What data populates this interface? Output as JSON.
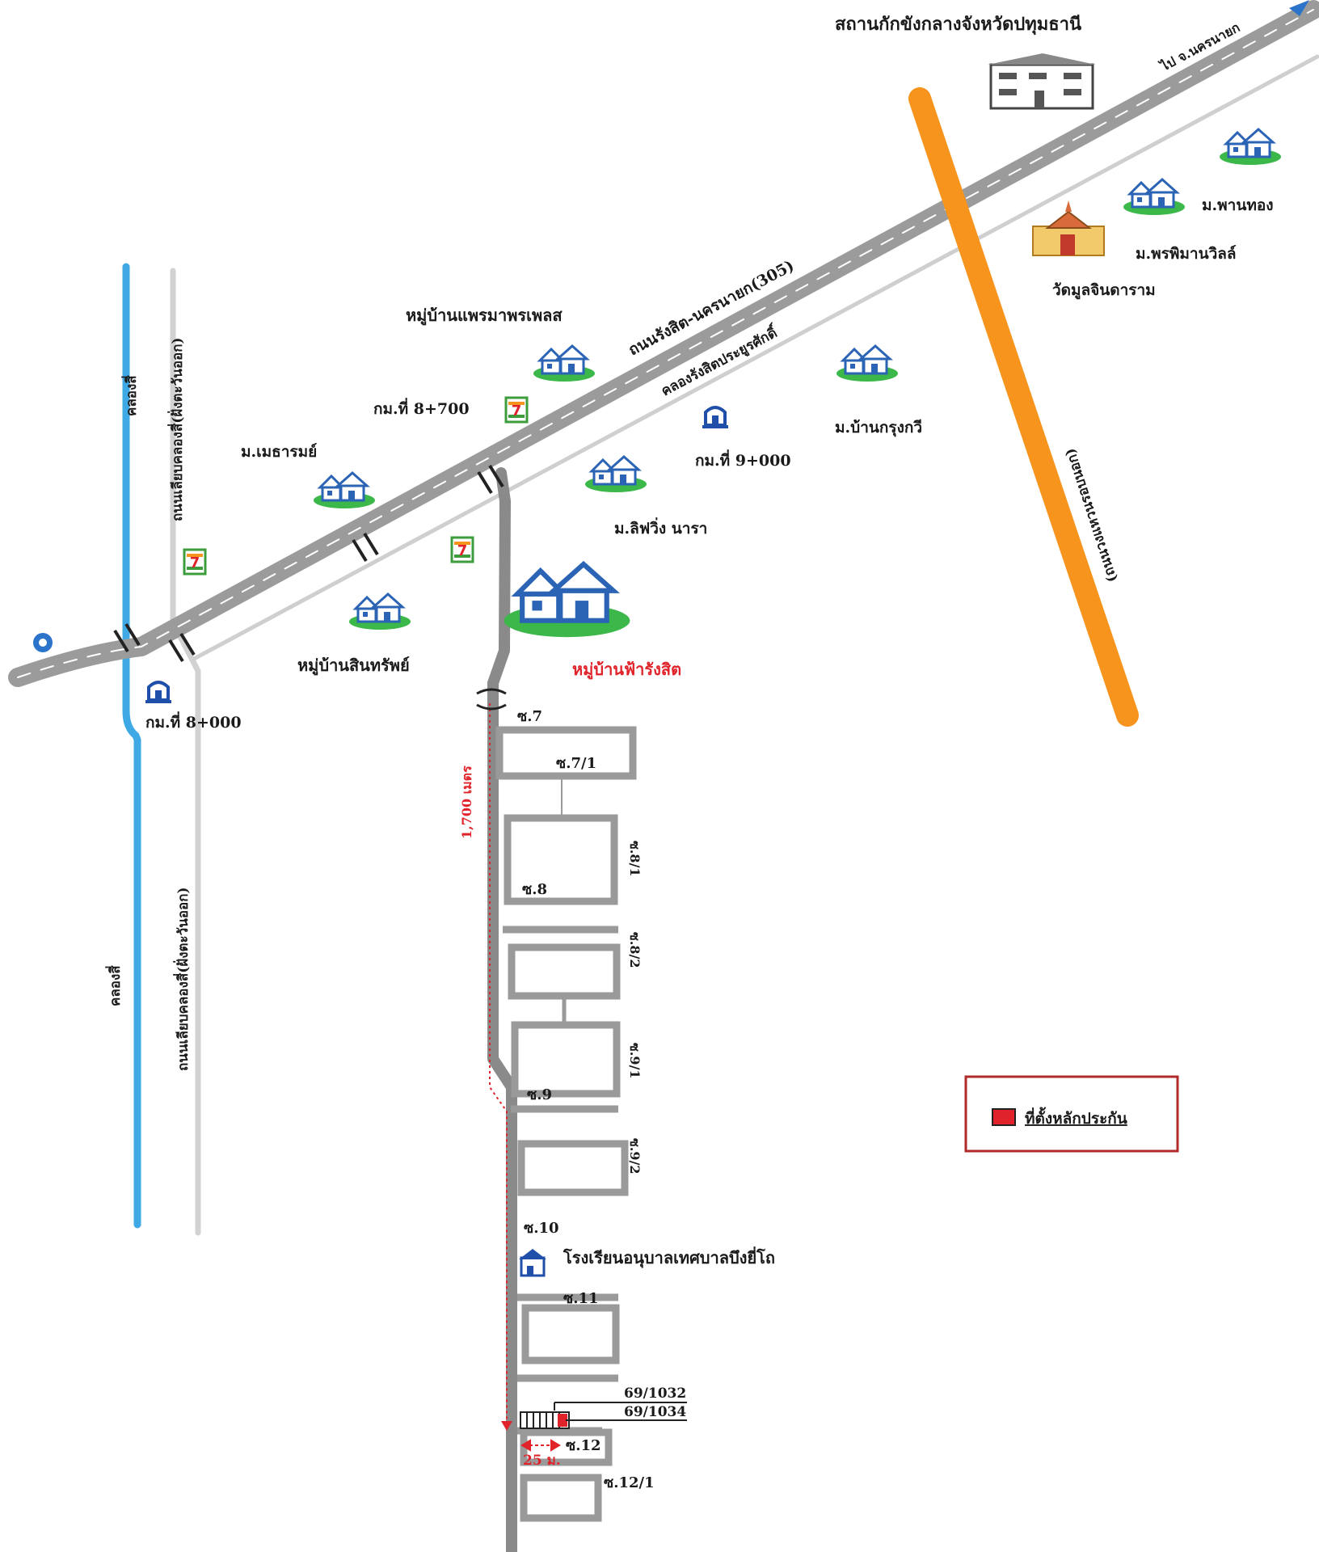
{
  "title_top": "สถานกักขังกลางจังหวัดปทุมธานี",
  "to_nakhon_nayok": "ไป จ.นครนายก",
  "main_road": "ถนนรังสิต-นครนายก(305)",
  "canal_rangsit": "คลองรังสิตประยูรศักดิ์",
  "khlong_si_top": "คลองสี่",
  "khlong_si_bottom": "คลองสี่",
  "road_east_top": "ถนนเลียบคลองสี่(ฝั่งตะวันออก)",
  "road_east_bottom": "ถนนเลียบคลองสี่(ฝั่งตะวันออก)",
  "outer_ring": "(ถนนวงแหวนรอบนอก)",
  "km_8000": "กม.ที่ 8+000",
  "km_8700": "กม.ที่ 8+700",
  "km_9000": "กม.ที่ 9+000",
  "v_praemaphon": "หมู่บ้านแพรมาพรเพลส",
  "v_mettharom": "ม.เมธารมย์",
  "v_sinsap": "หมู่บ้านสินทรัพย์",
  "v_lifwing": "ม.ลิฟวิ่ง นารา",
  "v_bankrungkri": "ม.บ้านกรุงกวี",
  "v_fa_rangsit": "หมู่บ้านฟ้ารังสิต",
  "v_phanthong": "ม.พานทอง",
  "v_phonphiman": "ม.พรพิมานวิลล์",
  "wat": "วัดมูลจินดาราม",
  "distance": "1,700 เมตร",
  "school": "โรงเรียนอนุบาลเทศบาลบึงยี่โถ",
  "soi": {
    "s7": "ซ.7",
    "s7_1": "ซ.7/1",
    "s8": "ซ.8",
    "s8_1": "ซ.8/1",
    "s8_2": "ซ.8/2",
    "s9": "ซ.9",
    "s9_1": "ซ.9/1",
    "s9_2": "ซ.9/2",
    "s10": "ซ.10",
    "s11": "ซ.11",
    "s12": "ซ.12",
    "s12_1": "ซ.12/1"
  },
  "addr_1": "69/1032",
  "addr_2": "69/1034",
  "distance_25": "25 ม.",
  "legend_label": "ที่ตั้งหลักประกัน",
  "colors": {
    "main_road": "#9b9b9b",
    "canal": "#3fa9e6",
    "ring_road": "#f7941d",
    "marker": "#e0232a",
    "soi_road": "#8a8a8a"
  }
}
